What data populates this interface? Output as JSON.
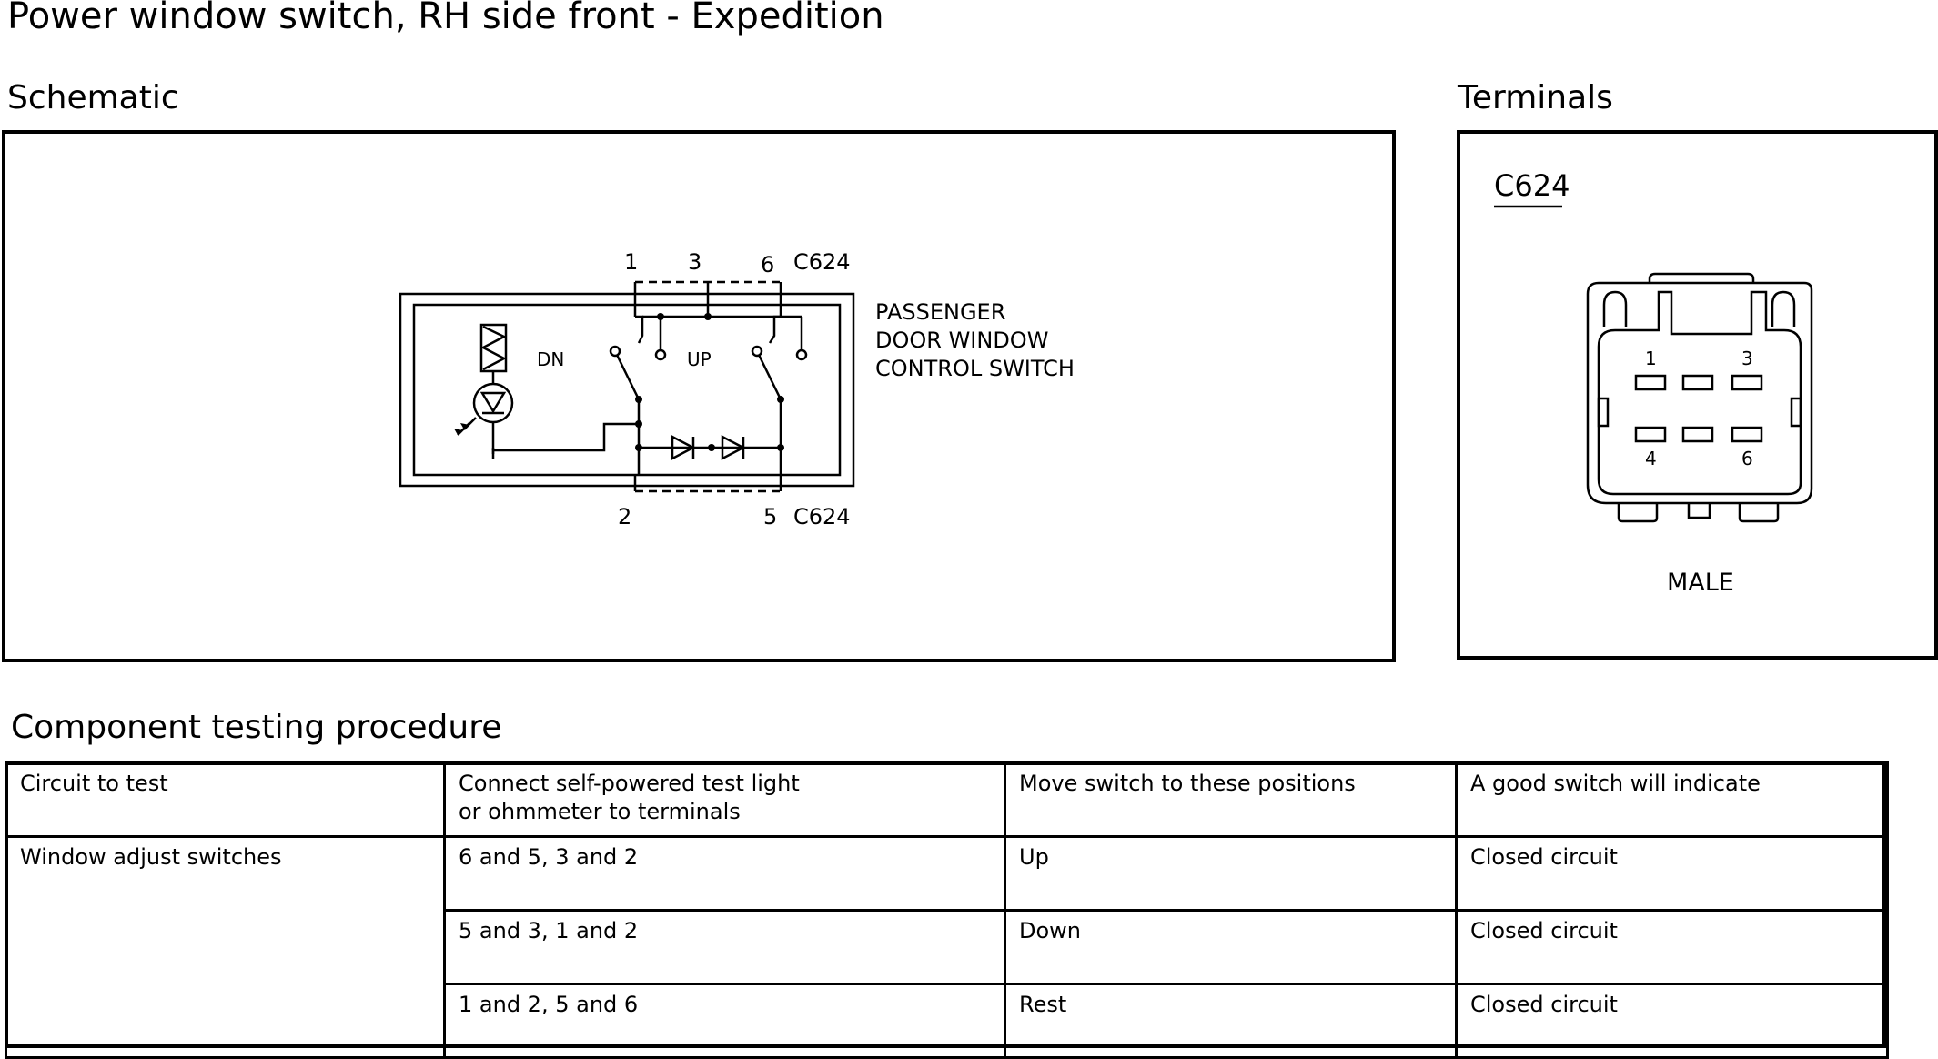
{
  "page_title": "Power window switch, RH side front - Expedition",
  "schematic": {
    "heading": "Schematic",
    "connector_top": "C624",
    "connector_bottom": "C624",
    "pins_top": [
      "1",
      "3",
      "6"
    ],
    "pins_bottom": [
      "2",
      "5"
    ],
    "label_dn": "DN",
    "label_up": "UP",
    "switch_name_lines": [
      "PASSENGER",
      "DOOR WINDOW",
      "CONTROL SWITCH"
    ]
  },
  "terminals": {
    "heading": "Terminals",
    "connector_id": "C624",
    "pins_top_row": [
      "1",
      "3"
    ],
    "pins_bottom_row": [
      "4",
      "6"
    ],
    "gender": "MALE"
  },
  "procedure": {
    "heading": "Component testing procedure",
    "columns": [
      "Circuit to test",
      "Connect self-powered test light\nor ohmmeter to terminals",
      "Move switch to these positions",
      "A good switch will indicate"
    ],
    "circuit": "Window adjust switches",
    "rows": [
      {
        "terminals": "6 and 5, 3 and 2",
        "position": "Up",
        "indication": "Closed circuit"
      },
      {
        "terminals": "5 and 3, 1 and 2",
        "position": "Down",
        "indication": "Closed circuit"
      },
      {
        "terminals": "1 and 2, 5 and 6",
        "position": "Rest",
        "indication": "Closed circuit"
      }
    ]
  }
}
